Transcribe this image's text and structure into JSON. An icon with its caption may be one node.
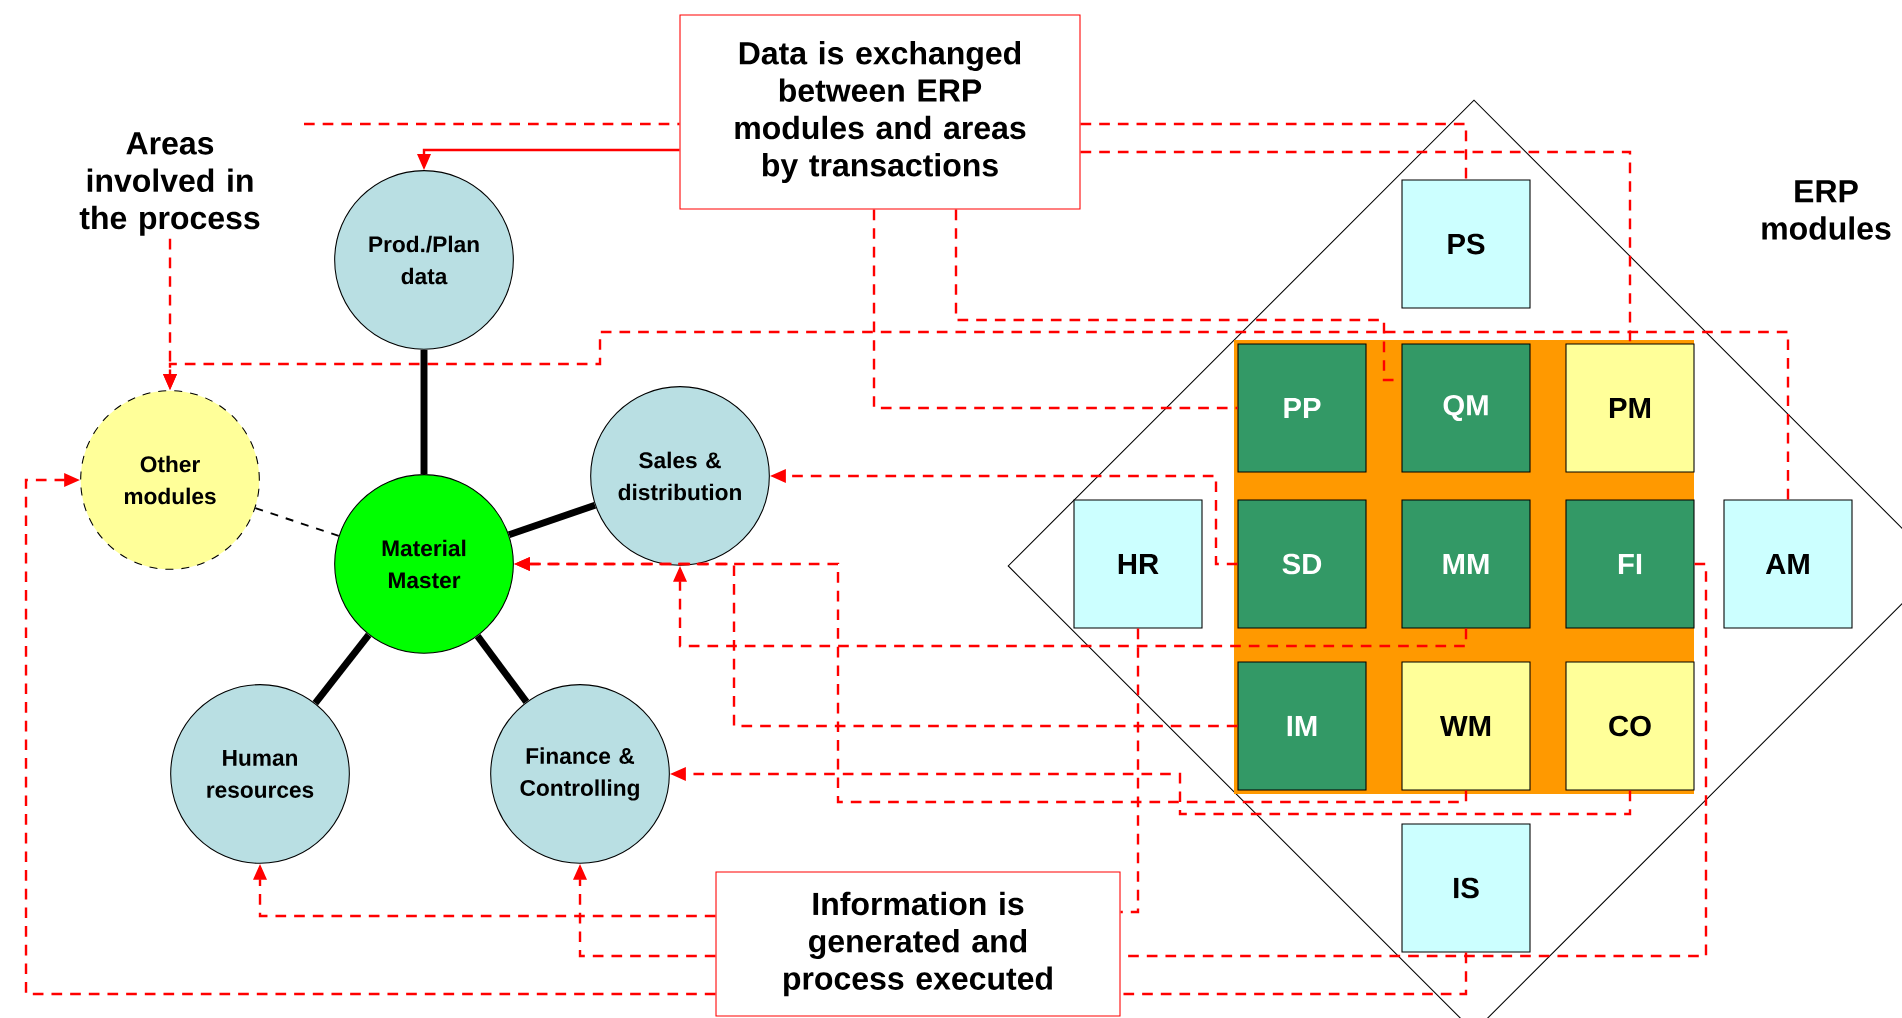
{
  "diagram": {
    "nodes": [
      {
        "text": [
          "Data is exchanged between ERP modules and areas by transactions"
        ]
      },
      {
        "text": [
          "Areas involved in the process"
        ]
      },
      {
        "text": [
          "ERP modules"
        ]
      },
      {
        "text": [
          "Prod./Plan data"
        ]
      },
      {
        "text": [],
        "shape": "diamond"
      },
      {
        "text": [
          "PS"
        ],
        "in": 4
      },
      {
        "text": [
          "PP"
        ],
        "in": 4
      },
      {
        "text": [
          "QM"
        ],
        "in": 4
      },
      {
        "text": [
          "PM"
        ],
        "in": 4
      },
      {
        "text": [
          "Other modules"
        ]
      },
      {
        "text": [
          "Sales & distribution"
        ]
      },
      {
        "text": [
          "HR"
        ],
        "in": 4
      },
      {
        "text": [
          "SD"
        ],
        "in": 4
      },
      {
        "text": [
          "MM"
        ],
        "in": 4
      },
      {
        "text": [
          "FI"
        ],
        "in": 4
      },
      {
        "text": [
          "AM"
        ],
        "in": 4
      },
      {
        "text": [
          "Material Master"
        ]
      },
      {
        "text": [
          "Human resources"
        ]
      },
      {
        "text": [
          "Finance & Controlling"
        ]
      },
      {
        "text": [
          "IM"
        ],
        "in": 4
      },
      {
        "text": [
          "WM"
        ],
        "in": 4
      },
      {
        "text": [
          "CO"
        ],
        "in": 4
      },
      {
        "text": [
          "IS"
        ],
        "in": 4
      },
      {
        "text": [
          "Information is generated and process executed"
        ]
      }
    ],
    "edges": [
      {
        "from": 0,
        "to": 3,
        "arrow": "to"
      },
      {
        "from": null,
        "to": 0,
        "arrow": "none",
        "style": "dashed"
      },
      {
        "from": 0,
        "to": 5,
        "arrow": "none",
        "style": "dashed"
      },
      {
        "from": 0,
        "to": 8,
        "arrow": "none",
        "style": "dashed"
      },
      {
        "from": 0,
        "to": 6,
        "arrow": "none",
        "style": "dashed"
      },
      {
        "from": 0,
        "to": 7,
        "arrow": "none",
        "style": "dashed"
      },
      {
        "from": 1,
        "to": 9,
        "arrow": "to",
        "style": "dashed"
      },
      {
        "from": 15,
        "to": 9,
        "arrow": "to",
        "style": "dashed"
      },
      {
        "from": 12,
        "to": 10,
        "arrow": "to",
        "style": "dashed"
      },
      {
        "from": 13,
        "to": 10,
        "arrow": "to",
        "style": "dashed"
      },
      {
        "from": 19,
        "to": 16,
        "arrow": "to",
        "style": "dashed"
      },
      {
        "from": 20,
        "to": 16,
        "arrow": "to",
        "style": "dashed"
      },
      {
        "from": 21,
        "to": 18,
        "arrow": "to",
        "style": "dashed"
      },
      {
        "from": 11,
        "to": 23,
        "arrow": "none",
        "style": "dashed"
      },
      {
        "from": 14,
        "to": 23,
        "arrow": "none",
        "style": "dashed"
      },
      {
        "from": 22,
        "to": 23,
        "arrow": "none",
        "style": "dashed"
      },
      {
        "from": 23,
        "to": 17,
        "arrow": "to",
        "style": "dashed"
      },
      {
        "from": 23,
        "to": 18,
        "arrow": "to",
        "style": "dashed"
      },
      {
        "from": 23,
        "to": 9,
        "arrow": "to",
        "style": "dashed"
      },
      {
        "from": 16,
        "to": 3,
        "arrow": "none",
        "style": "thick",
        "color": "#000000"
      },
      {
        "from": 16,
        "to": 10,
        "arrow": "none",
        "style": "thick",
        "color": "#000000"
      },
      {
        "from": 16,
        "to": 17,
        "arrow": "none",
        "style": "thick",
        "color": "#000000"
      },
      {
        "from": 16,
        "to": 18,
        "arrow": "none",
        "style": "thick",
        "color": "#000000"
      },
      {
        "from": 9,
        "to": 16,
        "arrow": "none",
        "style": "dashed",
        "color": "#000000"
      }
    ]
  }
}
